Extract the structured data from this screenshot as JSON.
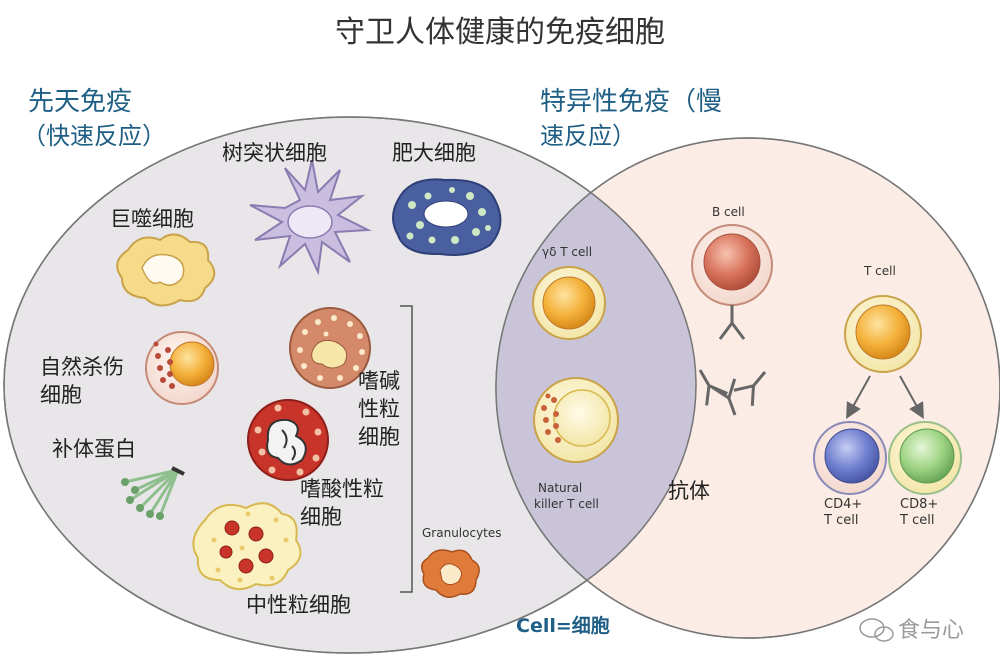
{
  "title": "守卫人体健康的免疫细胞",
  "innate": {
    "heading_line1": "先天免疫",
    "heading_line2": "（快速反应）",
    "cells": {
      "macrophage": "巨噬细胞",
      "dendritic": "树突状细胞",
      "mast": "肥大细胞",
      "nk_line1": "自然杀伤",
      "nk_line2": "细胞",
      "complement": "补体蛋白",
      "basophil_line1": "嗜碱",
      "basophil_line2": "性粒",
      "basophil_line3": "细胞",
      "eosinophil_line1": "嗜酸性粒",
      "eosinophil_line2": "细胞",
      "neutrophil": "中性粒细胞",
      "granulocytes": "Granulocytes"
    }
  },
  "adaptive": {
    "heading_line1": "特异性免疫（慢",
    "heading_line2": "速反应）",
    "cells": {
      "b_cell": "B cell",
      "t_cell": "T cell",
      "antibody": "抗体",
      "cd4_line1": "CD4+",
      "cd4_line2": "T cell",
      "cd8_line1": "CD8+",
      "cd8_line2": "T cell"
    }
  },
  "overlap": {
    "gd_t_cell": "γδ T cell",
    "nkt_line1": "Natural",
    "nkt_line2": "killer T cell"
  },
  "note": "Cell=细胞",
  "watermark": "食与心",
  "colors": {
    "innate_fill": "#e8e6e8",
    "adaptive_fill": "#fbece6",
    "overlap_fill": "#c9c4d8",
    "heading": "#1f5f86",
    "note": "#1f5f86"
  }
}
